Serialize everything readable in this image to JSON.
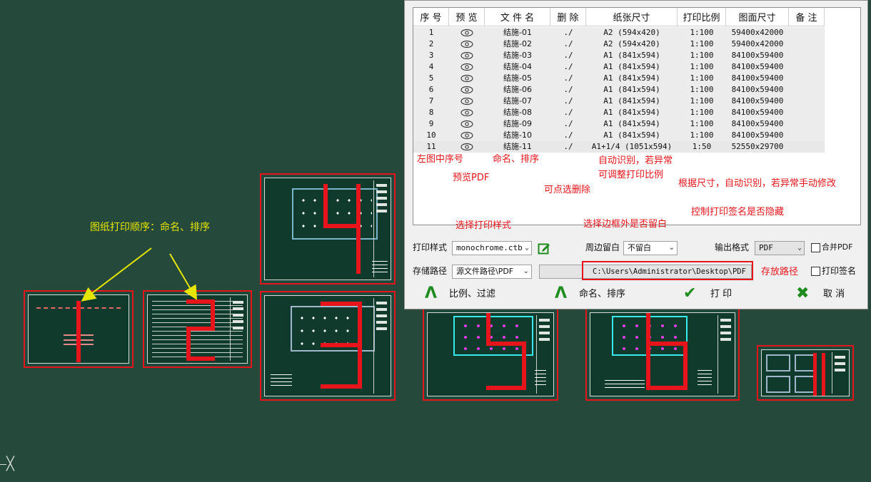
{
  "print_dialog": {
    "columns": [
      "序 号",
      "预 览",
      "文 件 名",
      "删 除",
      "纸张尺寸",
      "打印比例",
      "图面尺寸",
      "备 注"
    ],
    "rows": [
      {
        "seq": "1",
        "preview_icon": "eye-icon",
        "name": "结施-01",
        "delete": "./",
        "paper": "A2 (594x420)",
        "scale": "1:100",
        "size": "59400x42000",
        "note": ""
      },
      {
        "seq": "2",
        "preview_icon": "eye-icon",
        "name": "结施-02",
        "delete": "./",
        "paper": "A2 (594x420)",
        "scale": "1:100",
        "size": "59400x42000",
        "note": ""
      },
      {
        "seq": "3",
        "preview_icon": "eye-icon",
        "name": "结施-03",
        "delete": "./",
        "paper": "A1 (841x594)",
        "scale": "1:100",
        "size": "84100x59400",
        "note": ""
      },
      {
        "seq": "4",
        "preview_icon": "eye-icon",
        "name": "结施-04",
        "delete": "./",
        "paper": "A1 (841x594)",
        "scale": "1:100",
        "size": "84100x59400",
        "note": ""
      },
      {
        "seq": "5",
        "preview_icon": "eye-icon",
        "name": "结施-05",
        "delete": "./",
        "paper": "A1 (841x594)",
        "scale": "1:100",
        "size": "84100x59400",
        "note": ""
      },
      {
        "seq": "6",
        "preview_icon": "eye-icon",
        "name": "结施-06",
        "delete": "./",
        "paper": "A1 (841x594)",
        "scale": "1:100",
        "size": "84100x59400",
        "note": ""
      },
      {
        "seq": "7",
        "preview_icon": "eye-icon",
        "name": "结施-07",
        "delete": "./",
        "paper": "A1 (841x594)",
        "scale": "1:100",
        "size": "84100x59400",
        "note": ""
      },
      {
        "seq": "8",
        "preview_icon": "eye-icon",
        "name": "结施-08",
        "delete": "./",
        "paper": "A1 (841x594)",
        "scale": "1:100",
        "size": "84100x59400",
        "note": ""
      },
      {
        "seq": "9",
        "preview_icon": "eye-icon",
        "name": "结施-09",
        "delete": "./",
        "paper": "A1 (841x594)",
        "scale": "1:100",
        "size": "84100x59400",
        "note": ""
      },
      {
        "seq": "10",
        "preview_icon": "eye-icon",
        "name": "结施-10",
        "delete": "./",
        "paper": "A1 (841x594)",
        "scale": "1:100",
        "size": "84100x59400",
        "note": ""
      },
      {
        "seq": "11",
        "preview_icon": "eye-icon",
        "name": "结施-11",
        "delete": "./",
        "paper": "A1+1/4 (1051x594)",
        "scale": "1:50",
        "size": "52550x29700",
        "note": ""
      }
    ],
    "print_style_label": "打印样式",
    "print_style_value": "monochrome.ctb",
    "margin_label": "周边留白",
    "margin_value": "不留白",
    "output_format_label": "输出格式",
    "output_format_value": "PDF",
    "merge_pdf_label": "合并PDF",
    "merge_pdf_checked": false,
    "storage_path_label": "存储路径",
    "storage_path_value": "源文件路径\\PDF",
    "path_display": "C:\\Users\\Administrator\\Desktop\\PDF",
    "print_signature_label": "打印签名",
    "print_signature_checked": false,
    "buttons": {
      "scale_filter": "比例、过滤",
      "rename_sort": "命名、排序",
      "print": "打 印",
      "cancel": "取 消"
    }
  },
  "annotations": {
    "seq_hint": "左图中序号",
    "preview_hint": "预览PDF",
    "rename_hint": "命名、排序",
    "delete_hint": "可点选删除",
    "scale_hint_1": "自动识别，若异常",
    "scale_hint_2": "可调整打印比例",
    "size_hint": "根据尺寸，自动识别，若异常手动修改",
    "signature_hint": "控制打印签名是否隐藏",
    "style_hint": "选择打印样式",
    "margin_hint": "选择边框外是否留白",
    "path_hint": "存放路径"
  },
  "canvas": {
    "note": "图纸打印顺序：命名、排序",
    "cursor_glyph": "⎯╳"
  },
  "colors": {
    "background": "#254a3c",
    "annotation_red": "#e8141c",
    "note_yellow": "#e5e500",
    "check_green": "#1e8c1e"
  }
}
